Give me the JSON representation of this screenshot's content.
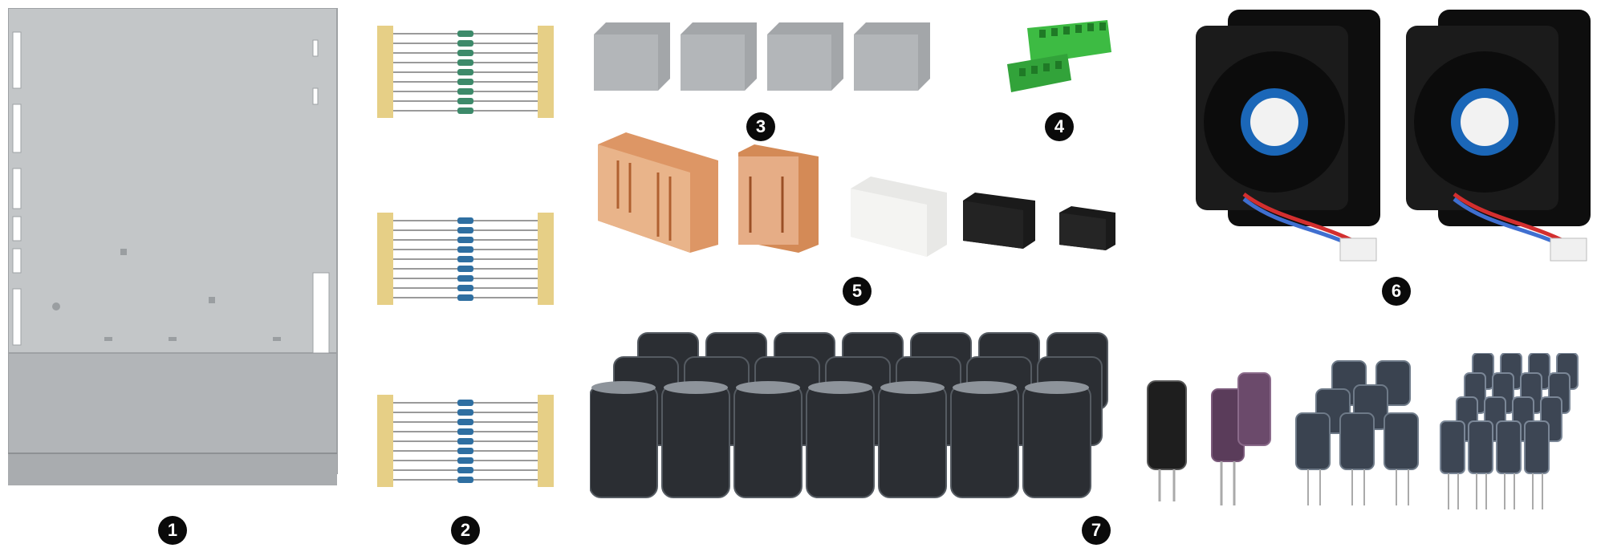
{
  "labels": {
    "l1": "1",
    "l2": "2",
    "l3": "3",
    "l4": "4",
    "l5": "5",
    "l6": "6",
    "l7": "7"
  },
  "colors": {
    "panel": "#b9bcbe",
    "resistor_body": "#2f6fa1",
    "resistor_tape": "#e6cf86",
    "relay_gray": "#a8aaac",
    "terminal_green": "#38b23c",
    "relay_orange": "#d98b54",
    "fan_black": "#151515",
    "fan_label": "#1b67b8",
    "capacitor": "#2b2e33"
  }
}
